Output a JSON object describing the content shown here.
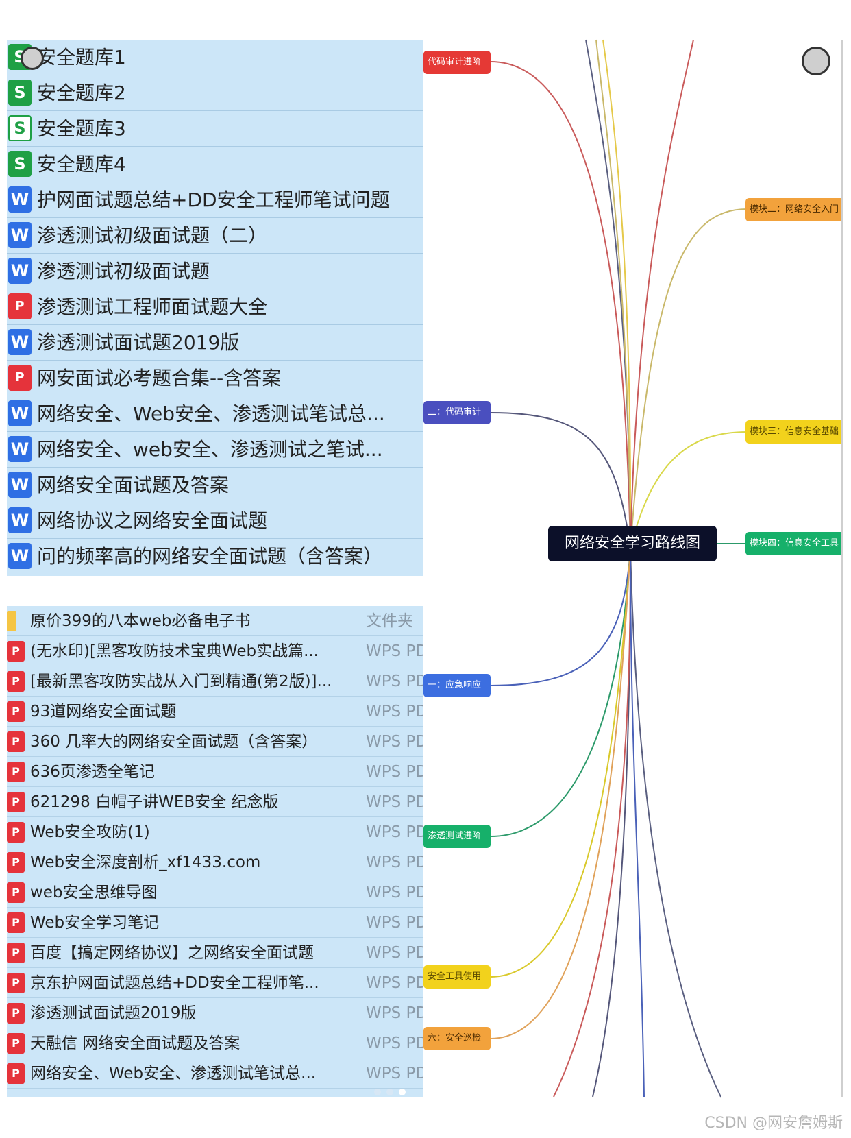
{
  "top_list": {
    "items": [
      {
        "icon": "S",
        "label": "安全题库1"
      },
      {
        "icon": "S",
        "label": "安全题库2"
      },
      {
        "icon": "S",
        "label": "安全题库3"
      },
      {
        "icon": "S",
        "label": "安全题库4"
      },
      {
        "icon": "W",
        "label": "护网面试题总结+DD安全工程师笔试问题"
      },
      {
        "icon": "W",
        "label": "渗透测试初级面试题（二）"
      },
      {
        "icon": "W",
        "label": "渗透测试初级面试题"
      },
      {
        "icon": "P",
        "label": "渗透测试工程师面试题大全"
      },
      {
        "icon": "W",
        "label": "渗透测试面试题2019版"
      },
      {
        "icon": "P",
        "label": "网安面试必考题合集--含答案"
      },
      {
        "icon": "W",
        "label": "网络安全、Web安全、渗透测试笔试总..."
      },
      {
        "icon": "W",
        "label": "网络安全、web安全、渗透测试之笔试..."
      },
      {
        "icon": "W",
        "label": "网络安全面试题及答案"
      },
      {
        "icon": "W",
        "label": "网络协议之网络安全面试题"
      },
      {
        "icon": "W",
        "label": "问的频率高的网络安全面试题（含答案）"
      }
    ]
  },
  "bottom_list": {
    "items": [
      {
        "icon": "folder",
        "label": "原价399的八本web必备电子书",
        "type": "文件夹"
      },
      {
        "icon": "P",
        "label": "(无水印)[黑客攻防技术宝典Web实战篇...",
        "type": "WPS PDF"
      },
      {
        "icon": "P",
        "label": "[最新黑客攻防实战从入门到精通(第2版)]...",
        "type": "WPS PDF"
      },
      {
        "icon": "P",
        "label": "93道网络安全面试题",
        "type": "WPS PDF"
      },
      {
        "icon": "P",
        "label": "360 几率大的网络安全面试题（含答案）",
        "type": "WPS PDF"
      },
      {
        "icon": "P",
        "label": "636页渗透全笔记",
        "type": "WPS PDF"
      },
      {
        "icon": "P",
        "label": "621298 白帽子讲WEB安全 纪念版",
        "type": "WPS PDF"
      },
      {
        "icon": "P",
        "label": "Web安全攻防(1)",
        "type": "WPS PDF"
      },
      {
        "icon": "P",
        "label": "Web安全深度剖析_xf1433.com",
        "type": "WPS PDF"
      },
      {
        "icon": "P",
        "label": "web安全思维导图",
        "type": "WPS PDF"
      },
      {
        "icon": "P",
        "label": "Web安全学习笔记",
        "type": "WPS PDF"
      },
      {
        "icon": "P",
        "label": "百度【搞定网络协议】之网络安全面试题",
        "type": "WPS PDF"
      },
      {
        "icon": "P",
        "label": "京东护网面试题总结+DD安全工程师笔...",
        "type": "WPS PDF"
      },
      {
        "icon": "P",
        "label": "渗透测试面试题2019版",
        "type": "WPS PDF"
      },
      {
        "icon": "P",
        "label": "天融信 网络安全面试题及答案",
        "type": "WPS PDF"
      },
      {
        "icon": "P",
        "label": "网络安全、Web安全、渗透测试笔试总...",
        "type": "WPS PDF"
      }
    ]
  },
  "mindmap": {
    "center": "网络安全学习路线图",
    "nodes": [
      {
        "label": "代码审计进阶",
        "color": "#e53935"
      },
      {
        "label": "二：代码审计",
        "color": "#4a4fbf"
      },
      {
        "label": "一：应急响应",
        "color": "#3c6ee0"
      },
      {
        "label": "渗透测试进阶",
        "color": "#16b06a"
      },
      {
        "label": "安全工具使用",
        "color": "#f2d21c"
      },
      {
        "label": "六：安全巡检",
        "color": "#f2a23c"
      },
      {
        "label": "模块二：网络安全入门",
        "color": "#f2a23c"
      },
      {
        "label": "模块三：信息安全基础",
        "color": "#f2d21c"
      },
      {
        "label": "模块四：信息安全工具",
        "color": "#16b06a"
      }
    ]
  },
  "watermark": "CSDN @网安詹姆斯",
  "colors": {
    "panel_bg": "#cce6f8",
    "center_bg": "#0c1029"
  }
}
